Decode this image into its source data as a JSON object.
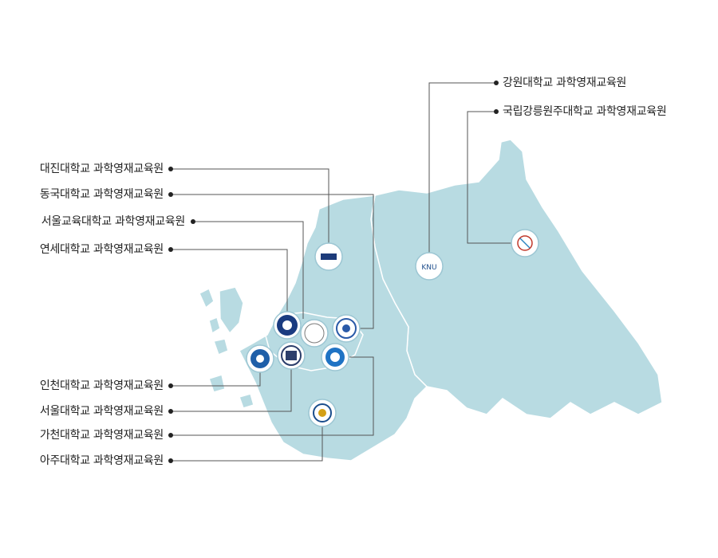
{
  "institutions": [
    {
      "id": "gangwon",
      "label": "강원대학교 과학영재교육원",
      "logo_text": "KNU",
      "accent": "#1f4e8c"
    },
    {
      "id": "gangneung",
      "label": "국립강릉원주대학교 과학영재교육원",
      "logo_text": "",
      "accent": "#c0392b"
    },
    {
      "id": "daejin",
      "label": "대진대학교 과학영재교육원",
      "logo_text": "",
      "accent": "#1d3b7a"
    },
    {
      "id": "dongguk",
      "label": "동국대학교 과학영재교육원",
      "logo_text": "",
      "accent": "#2a5aa8"
    },
    {
      "id": "snue",
      "label": "서울교육대학교 과학영재교육원",
      "logo_text": "",
      "accent": "#7a7a7a"
    },
    {
      "id": "yonsei",
      "label": "연세대학교 과학영재교육원",
      "logo_text": "",
      "accent": "#1a3b80"
    },
    {
      "id": "incheon",
      "label": "인천대학교 과학영재교육원",
      "logo_text": "",
      "accent": "#1f5fa8"
    },
    {
      "id": "seoul",
      "label": "서울대학교 과학영재교육원",
      "logo_text": "",
      "accent": "#2c3e6b"
    },
    {
      "id": "gachon",
      "label": "가천대학교 과학영재교육원",
      "logo_text": "",
      "accent": "#1f73c4"
    },
    {
      "id": "ajou",
      "label": "아주대학교 과학영재교육원",
      "logo_text": "",
      "accent": "#1a4d8c"
    }
  ],
  "colors": {
    "land": "#b8dbe2",
    "border": "#ffffff",
    "line": "#555555",
    "text": "#222222"
  }
}
